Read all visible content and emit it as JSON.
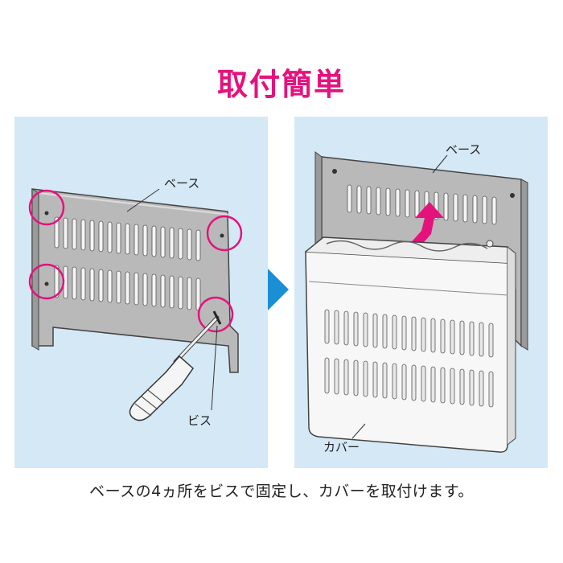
{
  "title": "取付簡単",
  "left_panel": {
    "base_label": "ベース",
    "screw_label": "ビス"
  },
  "right_panel": {
    "base_label": "ベース",
    "cover_label": "カバー"
  },
  "caption": "ベースの4ヵ所をビスで固定し、カバーを取付けます。",
  "colors": {
    "title": "#e5127d",
    "panel_bg": "#d5e8f5",
    "arrow": "#1a8fd6",
    "highlight": "#e5127d"
  }
}
